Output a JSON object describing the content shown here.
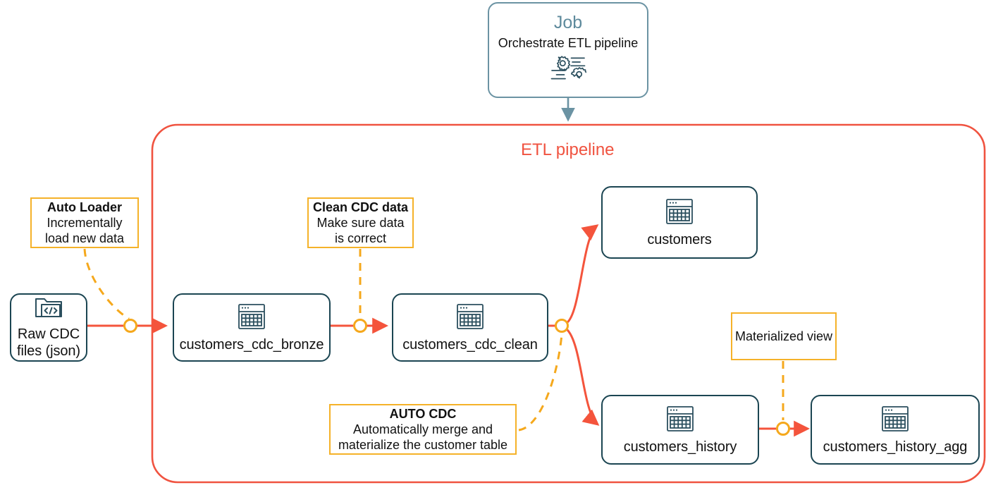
{
  "diagram": {
    "title": "ETL pipeline architecture",
    "colors": {
      "node_border": "#1b4552",
      "job_border": "#6b93a3",
      "job_title": "#5e8a9c",
      "callout_border": "#f5b229",
      "pipeline_border": "#f05340",
      "arrow_red": "#f4543c",
      "junction_orange": "#f5a81c",
      "dashed_orange": "#f5a81c",
      "text": "#111111"
    }
  },
  "job": {
    "title": "Job",
    "subtitle": "Orchestrate ETL pipeline",
    "icon": "gears-automation-icon"
  },
  "pipeline": {
    "label": "ETL pipeline"
  },
  "nodes": [
    {
      "id": "raw-cdc-files",
      "label": "Raw CDC\nfiles (json)",
      "line1": "Raw CDC",
      "line2": "files (json)",
      "icon": "folder-code-icon"
    },
    {
      "id": "customers-cdc-bronze",
      "label": "customers_cdc_bronze",
      "icon": "table-icon"
    },
    {
      "id": "customers-cdc-clean",
      "label": "customers_cdc_clean",
      "icon": "table-icon"
    },
    {
      "id": "customers",
      "label": "customers",
      "icon": "table-icon"
    },
    {
      "id": "customers-history",
      "label": "customers_history",
      "icon": "table-icon"
    },
    {
      "id": "customers-history-agg",
      "label": "customers_history_agg",
      "icon": "table-icon"
    }
  ],
  "callouts": [
    {
      "id": "auto-loader",
      "lines": [
        "Auto Loader",
        "Incrementally",
        "load new data"
      ],
      "bold_first": true
    },
    {
      "id": "clean-cdc-data",
      "lines": [
        "Clean CDC data",
        "Make sure data",
        "is correct"
      ],
      "bold_first": true
    },
    {
      "id": "auto-cdc",
      "lines": [
        "AUTO CDC",
        "Automatically merge and",
        "materialize the customer table"
      ],
      "bold_first": true
    },
    {
      "id": "materialized-view",
      "lines": [
        "Materialized view"
      ],
      "bold_first": false
    }
  ]
}
